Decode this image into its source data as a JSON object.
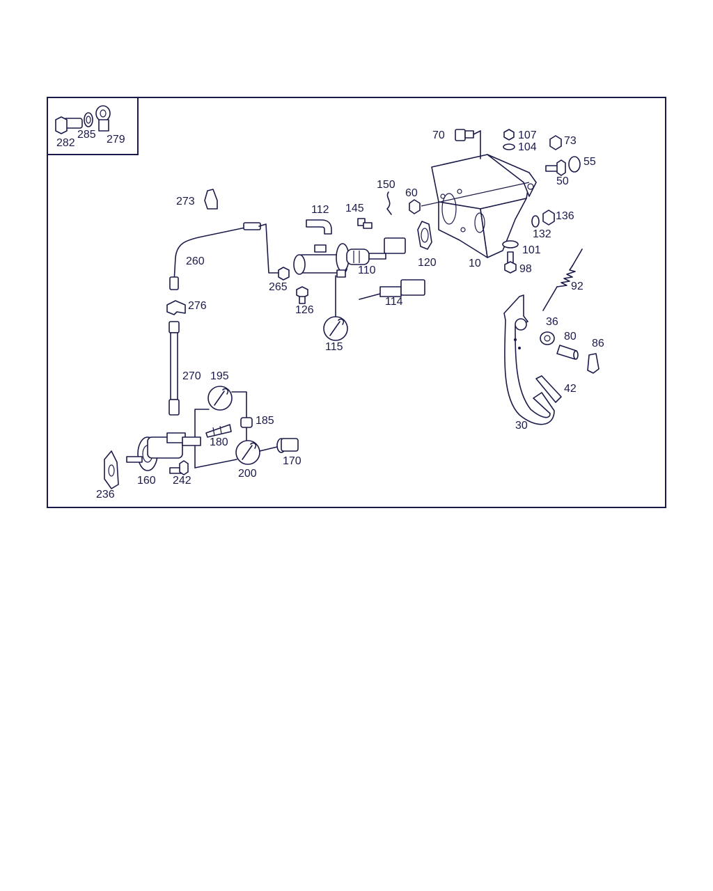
{
  "colors": {
    "ink": "#1a1a4a",
    "background": "#ffffff"
  },
  "labels": {
    "p282": "282",
    "p285": "285",
    "p279": "279",
    "p70": "70",
    "p107": "107",
    "p104": "104",
    "p73": "73",
    "p55": "55",
    "p50": "50",
    "p273": "273",
    "p150": "150",
    "p60": "60",
    "p112": "112",
    "p145": "145",
    "p136": "136",
    "p132": "132",
    "p101": "101",
    "p98": "98",
    "p260": "260",
    "p265": "265",
    "p110": "110",
    "p120": "120",
    "p10": "10",
    "p92": "92",
    "p114": "114",
    "p126": "126",
    "p276": "276",
    "p115": "115",
    "p36": "36",
    "p80": "80",
    "p86": "86",
    "p42": "42",
    "p30": "30",
    "p270": "270",
    "p195": "195",
    "p185": "185",
    "p180": "180",
    "p170": "170",
    "p200": "200",
    "p160": "160",
    "p242": "242",
    "p236": "236"
  },
  "icons": [
    "wrench-icon"
  ]
}
